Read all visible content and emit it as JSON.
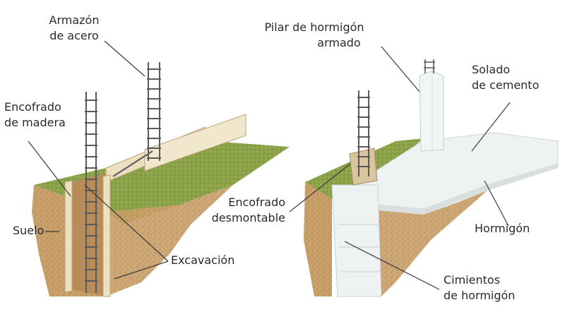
{
  "left_figure": {
    "labels": {
      "steel_frame": [
        "Armazón",
        "de acero"
      ],
      "wood_formwork": [
        "Encofrado",
        "de madera"
      ],
      "soil": "Suelo",
      "excavation": "Excavación"
    }
  },
  "right_figure": {
    "labels": {
      "reinforced_pillar": [
        "Pilar de hormigón",
        "armado"
      ],
      "cement_screed": [
        "Solado",
        "de cemento"
      ],
      "removable_formwork": [
        "Encofrado",
        "desmontable"
      ],
      "concrete": "Hormigón",
      "foundations": [
        "Cimientos",
        "de hormigón"
      ]
    }
  },
  "colors": {
    "soil": "#c9a06a",
    "grass": "#8ca34a",
    "wood": "#ece0c0",
    "concrete": "#eef2f2",
    "steel": "#5a5a5a",
    "leader": "#3a3a3a"
  }
}
